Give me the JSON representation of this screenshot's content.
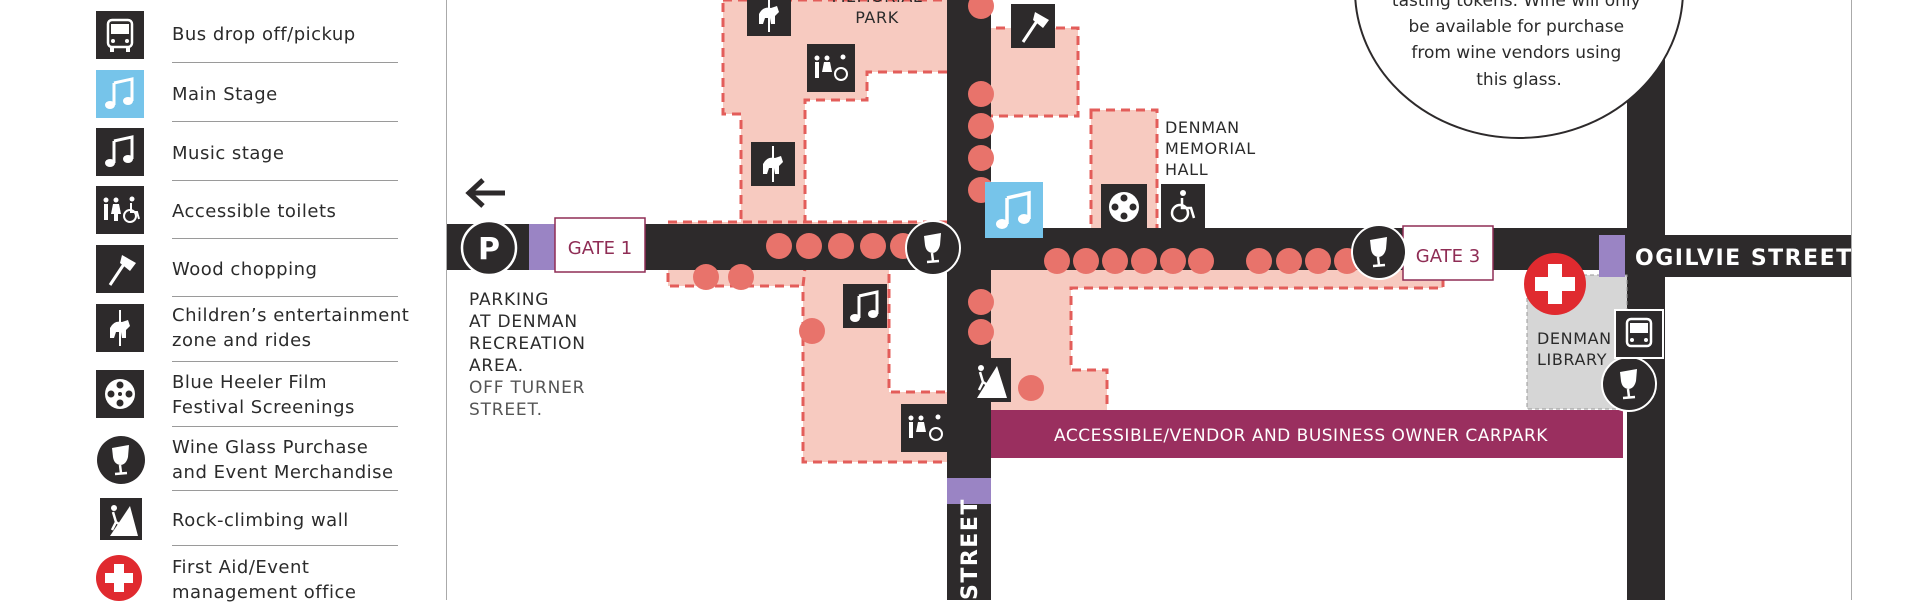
{
  "legend": {
    "items": [
      {
        "icon": "bus-icon",
        "label": "Bus drop off/pickup"
      },
      {
        "icon": "main-stage-icon",
        "label": "Main Stage"
      },
      {
        "icon": "music-stage-icon",
        "label": "Music stage"
      },
      {
        "icon": "accessible-toilets-icon",
        "label": "Accessible toilets"
      },
      {
        "icon": "wood-chopping-icon",
        "label": "Wood chopping"
      },
      {
        "icon": "carousel-icon",
        "label": "Children’s entertainment zone and rides"
      },
      {
        "icon": "film-reel-icon",
        "label": "Blue Heeler Film Festival Screenings"
      },
      {
        "icon": "wine-glass-icon",
        "label": "Wine Glass Purchase and Event Merchandise"
      },
      {
        "icon": "rock-climbing-icon",
        "label": "Rock-climbing wall"
      },
      {
        "icon": "first-aid-icon",
        "label": "First Aid/Event management office"
      }
    ]
  },
  "map": {
    "park_label": "MEMORIAL PARK",
    "hall_label": "DENMAN MEMORIAL HALL",
    "gate1_label": "GATE 1",
    "gate3_label": "GATE 3",
    "parking_letter": "P",
    "parking_title": "PARKING AT DENMAN RECREATION AREA.",
    "parking_subtitle": "OFF TURNER STREET.",
    "library_label": "DENMAN LIBRARY",
    "ogilvie_street": "OGILVIE STREET",
    "vertical_street": "STREET",
    "carpark_label": "ACCESSIBLE/VENDOR AND BUSINESS OWNER CARPARK",
    "bubble_text": "tasting tokens. Wine will only be available for purchase from wine vendors using this glass.",
    "colors": {
      "road": "#2d2a2b",
      "zone": "#f7cac0",
      "zone_border": "#e35d5a",
      "stall": "#e8736b",
      "gate_purple": "#9a84c4",
      "gate_text": "#8f2d55",
      "carpark": "#9a2f5f",
      "main_stage": "#76c4ea",
      "first_aid": "#e02a2f",
      "library_fill": "#d6d6d6"
    }
  }
}
